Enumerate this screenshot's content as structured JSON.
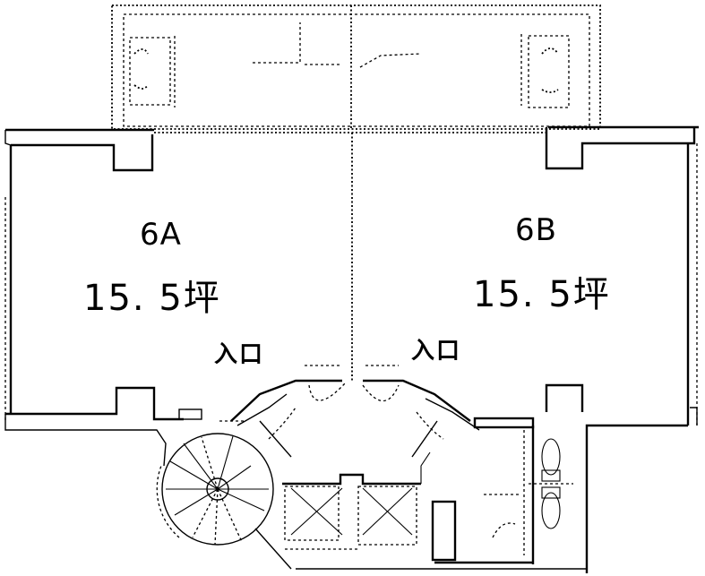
{
  "floor_plan": {
    "units": [
      {
        "id": "6A",
        "name": "6A",
        "area": "15. 5坪"
      },
      {
        "id": "6B",
        "name": "6B",
        "area": "15. 5坪"
      }
    ],
    "entrances": [
      {
        "unit": "6A",
        "label": "入口"
      },
      {
        "unit": "6B",
        "label": "入口"
      }
    ],
    "fixtures": [
      "balcony-unit-left",
      "balcony-unit-right",
      "spiral-staircase",
      "elevator-left",
      "elevator-right",
      "restroom",
      "toilet-upper",
      "toilet-lower",
      "entrance-hall"
    ],
    "colors": {
      "line": "#000000",
      "background": "#ffffff"
    }
  }
}
